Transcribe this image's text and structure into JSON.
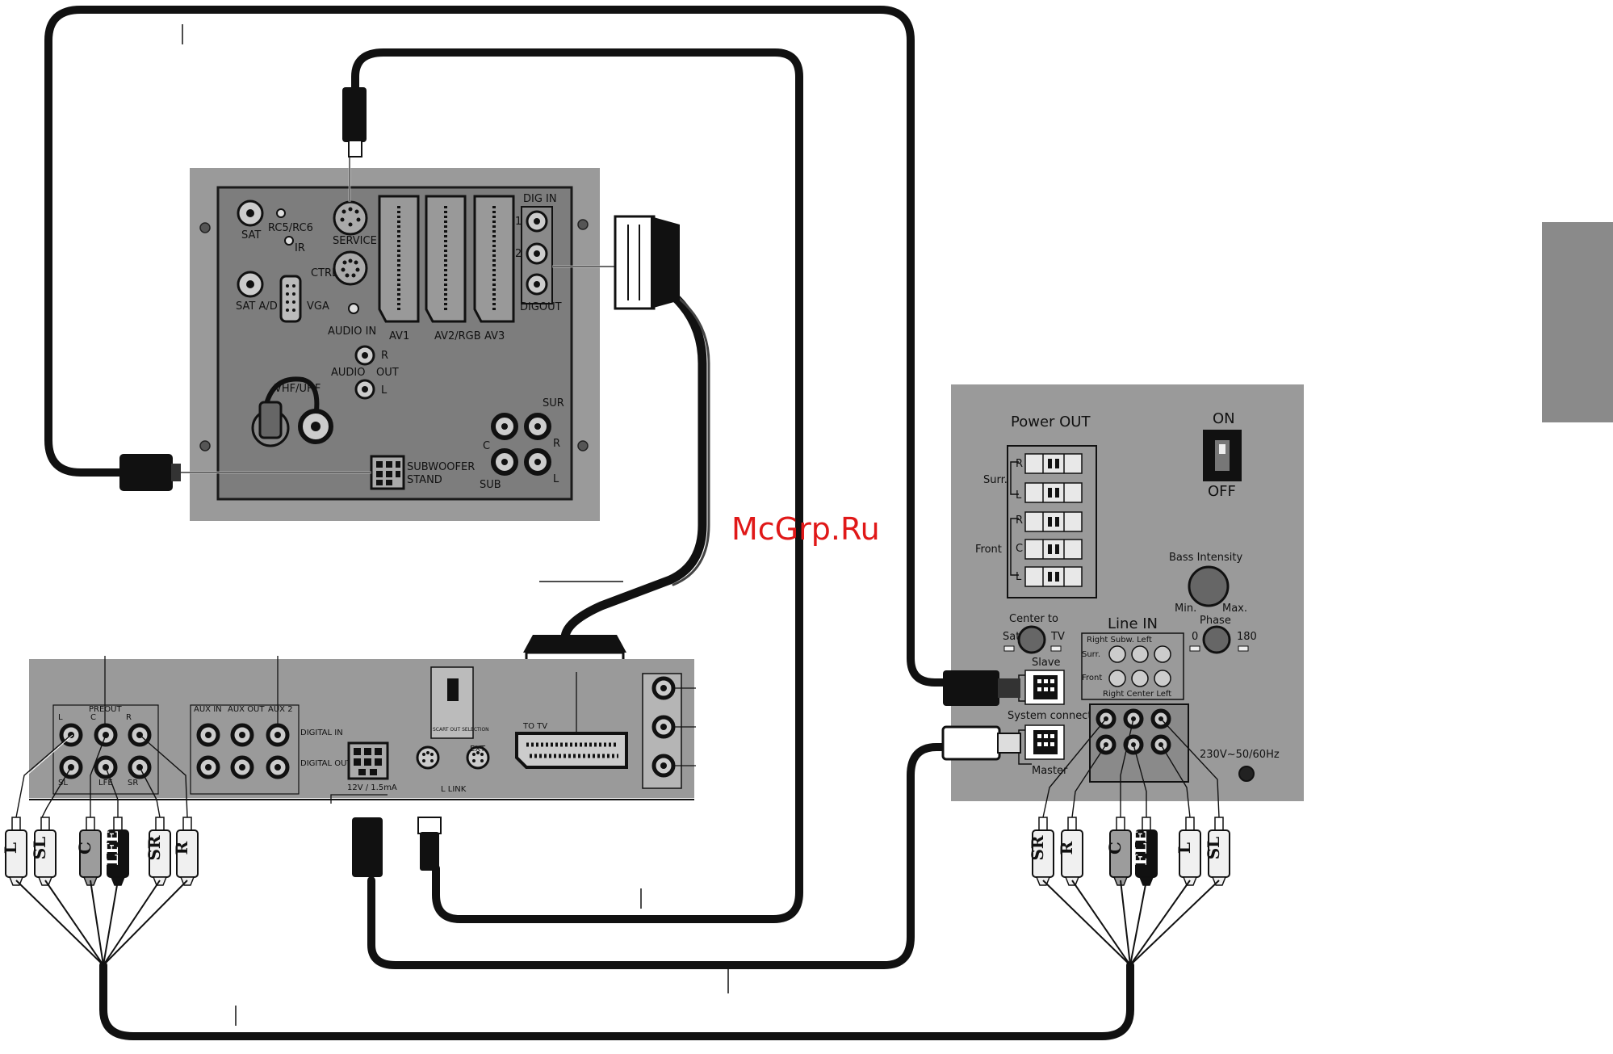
{
  "watermark": "McGrp.Ru",
  "tv_panel": {
    "labels": {
      "sat": "SAT",
      "rc5": "RC5/RC6",
      "ir": "IR",
      "service": "SERVICE",
      "sat_ad": "SAT A/D",
      "ctrl": "CTRL",
      "vga": "VGA",
      "audio_in": "AUDIO IN",
      "audio": "AUDIO",
      "out": "OUT",
      "r": "R",
      "l": "L",
      "vhf": "VHF/UHF",
      "av1": "AV1",
      "av2": "AV2/RGB",
      "av3": "AV3",
      "dig_in": "DIG IN",
      "dig_out": "DIGOUT",
      "one": "1",
      "two": "2",
      "sur": "SUR",
      "c": "C",
      "sub": "SUB",
      "sub_r": "R",
      "sub_l": "L",
      "subwoofer": "SUBWOOFER",
      "stand": "STAND"
    }
  },
  "dvd_panel": {
    "labels": {
      "preout": "PREOUT",
      "aux_in": "AUX IN",
      "aux_out": "AUX OUT",
      "aux2": "AUX 2",
      "digital_in": "DIGITAL IN",
      "digital_out": "DIGITAL OUT",
      "power": "12V / 1.5mA",
      "link": "L LINK",
      "ext": "EXT",
      "to_tv": "TO TV",
      "scart_sel": "SCART OUT SELECTION",
      "l": "L",
      "c": "C",
      "r": "R",
      "sl": "SL",
      "lfe": "LFE",
      "sr": "SR"
    }
  },
  "sub_panel": {
    "labels": {
      "power_out": "Power OUT",
      "on": "ON",
      "off": "OFF",
      "surr": "Surr.",
      "front": "Front",
      "r": "R",
      "l": "L",
      "c": "C",
      "bass": "Bass Intensity",
      "min": "Min.",
      "max": "Max.",
      "phase": "Phase",
      "zero": "0",
      "deg180": "180",
      "center_to": "Center to",
      "sat": "Sat",
      "tv": "TV",
      "line_in": "Line IN",
      "line_top": "Right  Subw. Left",
      "line_surr": "Surr.",
      "line_front": "Front",
      "line_bottom": "Right Center Left",
      "slave": "Slave",
      "system_connector": "System connector",
      "master": "Master",
      "mains": "230V~50/60Hz"
    }
  },
  "plugs_left": [
    "L",
    "SL",
    "C",
    "LFE",
    "SR",
    "R"
  ],
  "plugs_right": [
    "SR",
    "R",
    "C",
    "FLE",
    "L",
    "SL"
  ]
}
